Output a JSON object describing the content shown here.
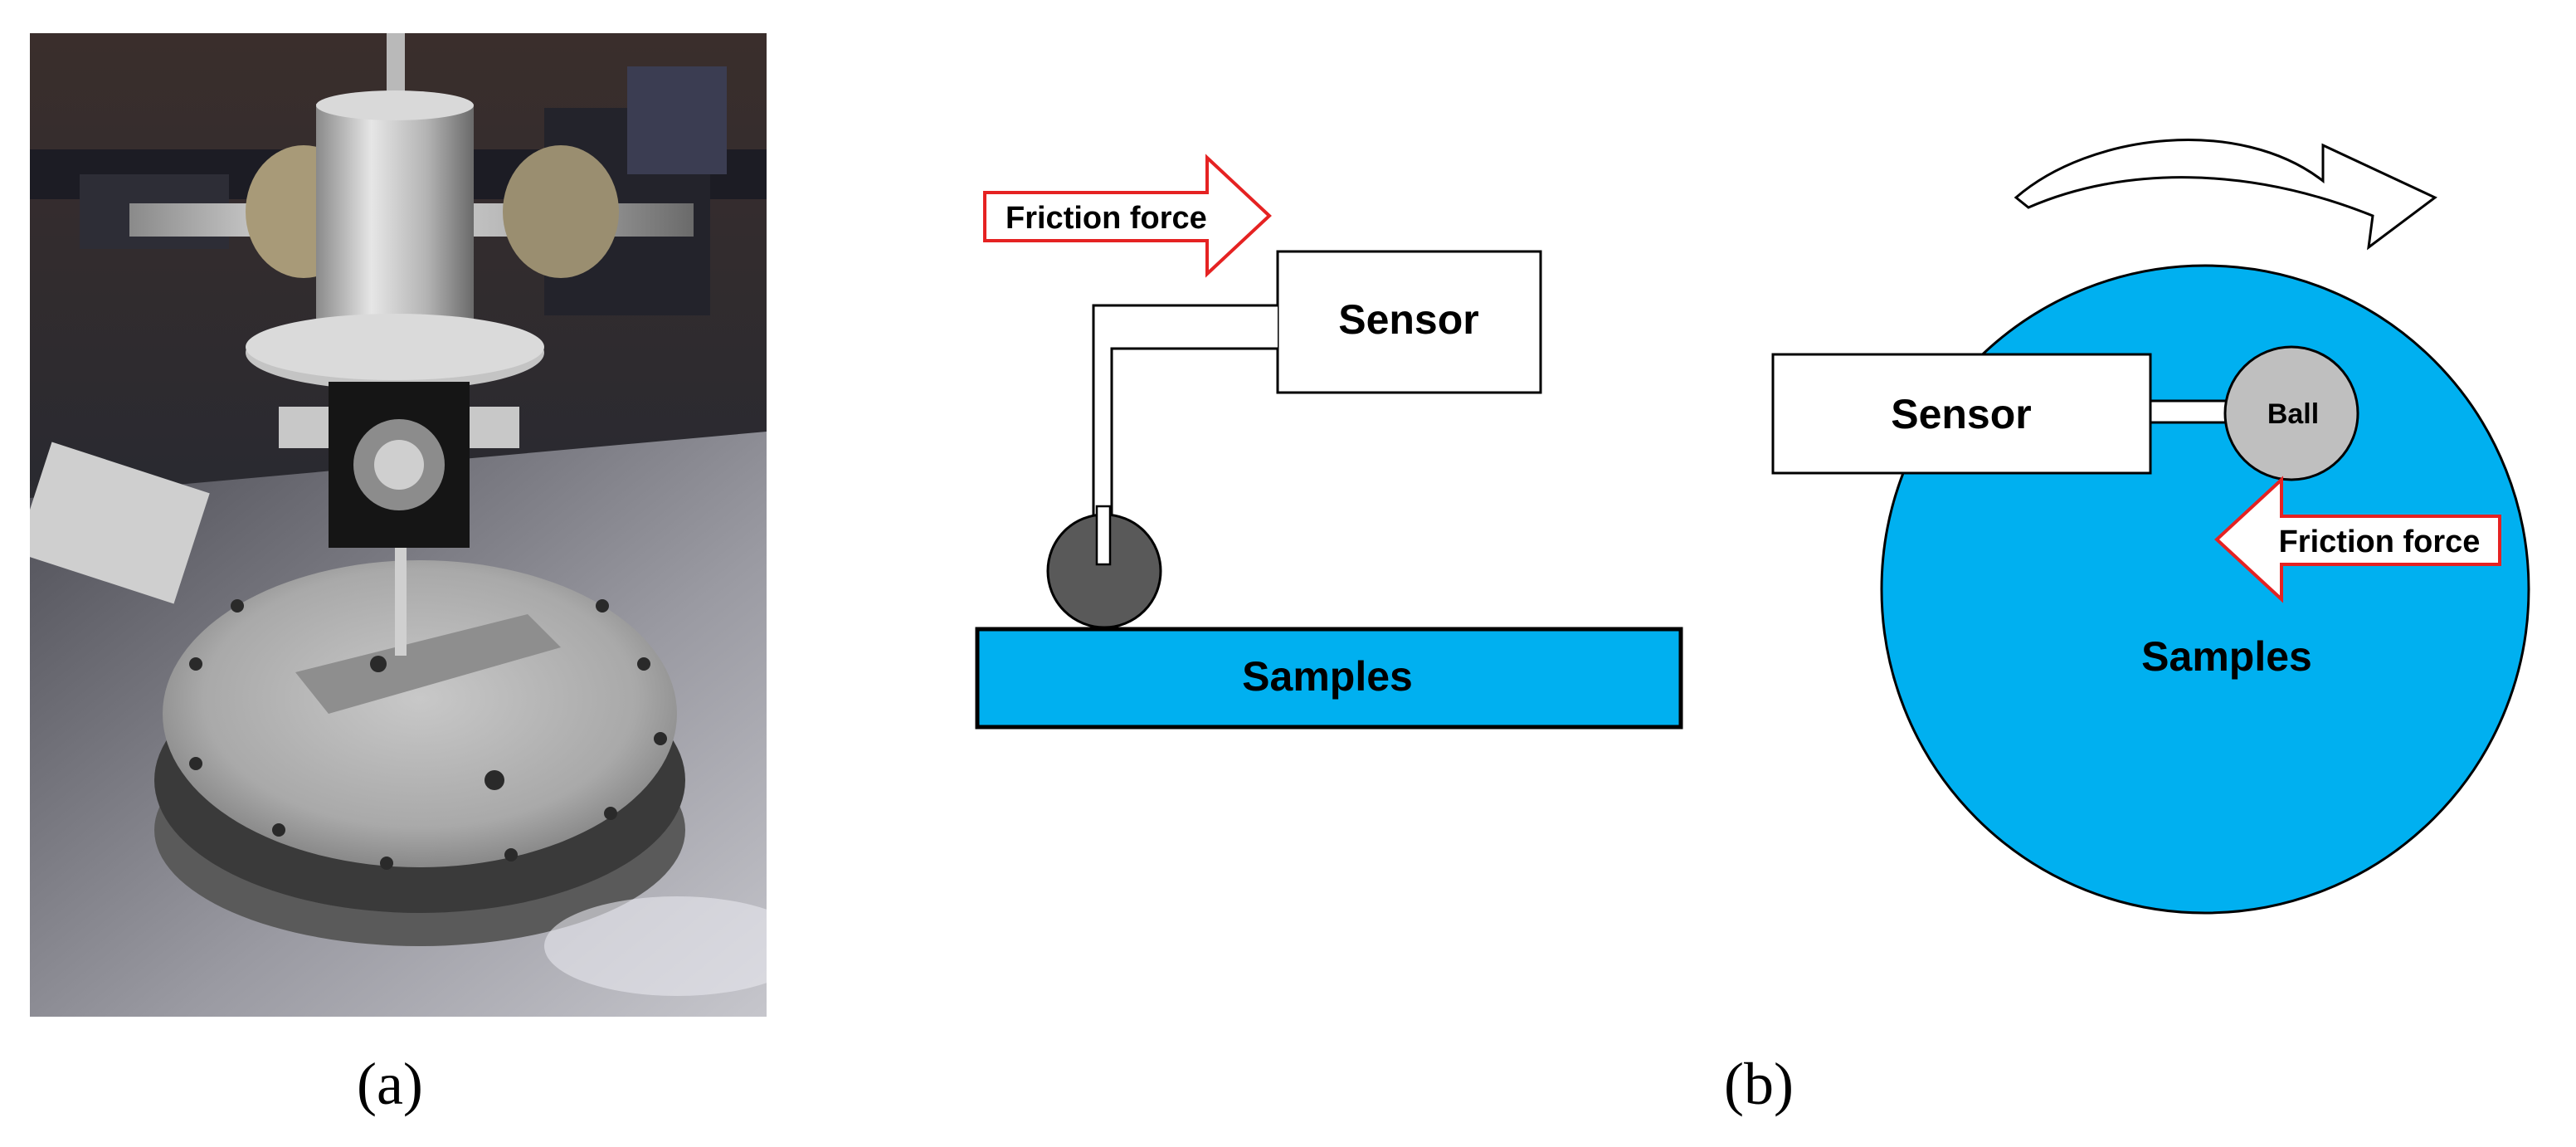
{
  "panels": {
    "a": {
      "label": "(a)",
      "description_icon": "tribometer-photo"
    },
    "b": {
      "label": "(b)",
      "side_view": {
        "friction_label": "Friction force",
        "sensor_label": "Sensor",
        "samples_label": "Samples"
      },
      "top_view": {
        "sensor_label": "Sensor",
        "ball_label": "Ball",
        "friction_label": "Friction force",
        "samples_label": "Samples"
      }
    }
  },
  "colors": {
    "samples_blue": "#00b0f0",
    "arrow_red": "#e52222",
    "ball_dark": "#595959",
    "ball_light": "#bfbfbf"
  }
}
